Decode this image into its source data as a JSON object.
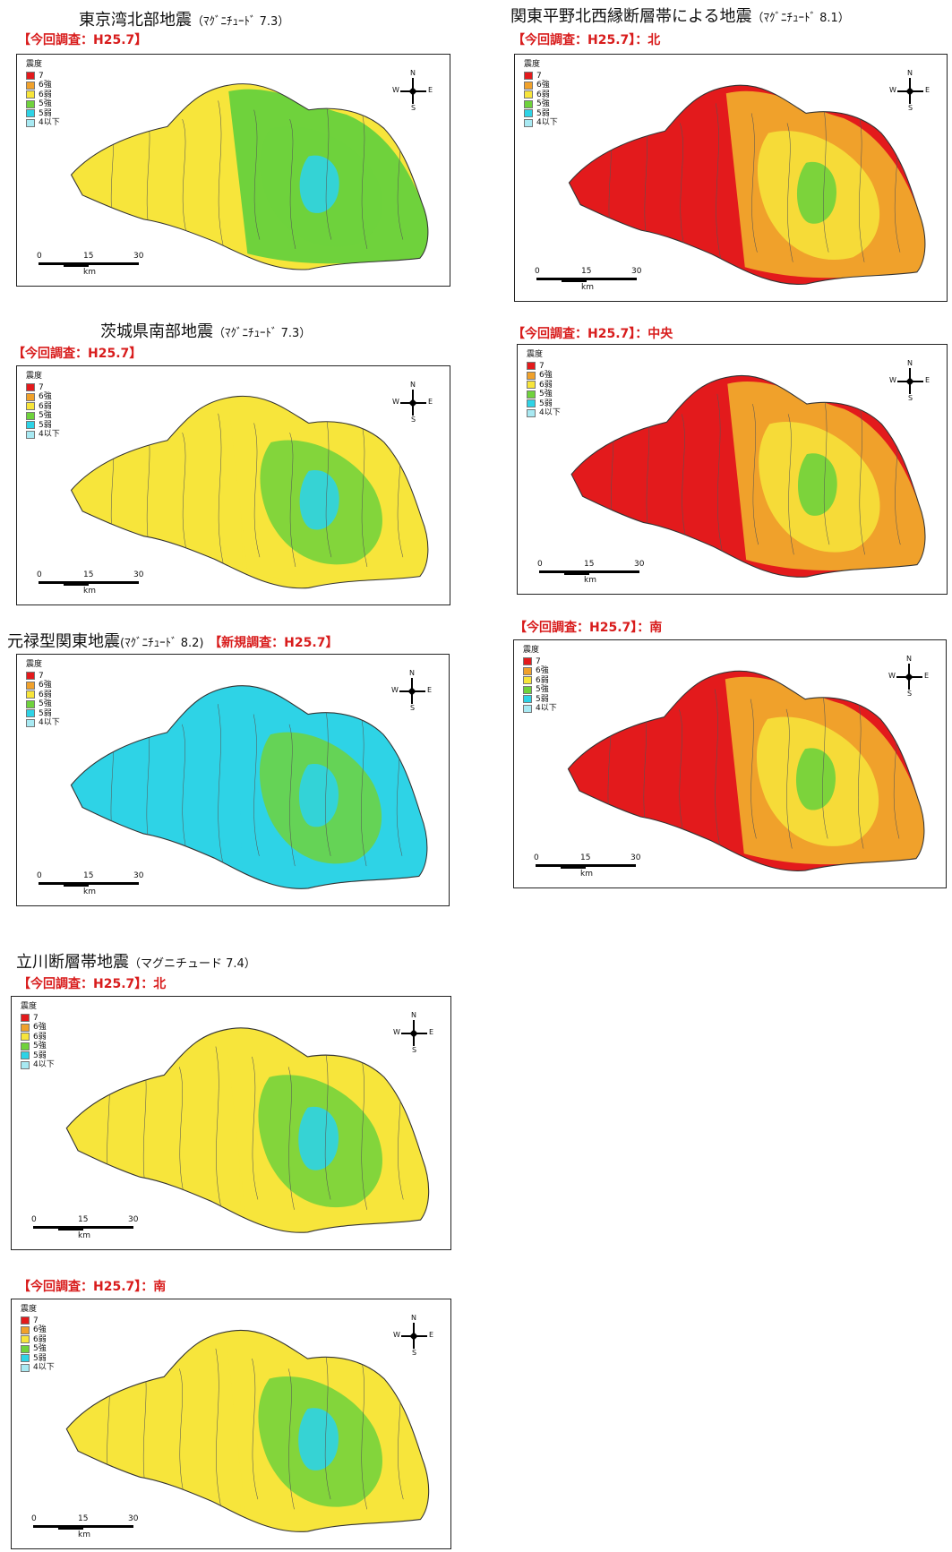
{
  "legend": {
    "title": "震度",
    "items": [
      {
        "label": "7",
        "color": "#e31a1c"
      },
      {
        "label": "6強",
        "color": "#f0a12b"
      },
      {
        "label": "6弱",
        "color": "#f7e53b"
      },
      {
        "label": "5強",
        "color": "#6fd23c"
      },
      {
        "label": "5弱",
        "color": "#2ed3e6"
      },
      {
        "label": "4以下",
        "color": "#a8e9f2"
      }
    ]
  },
  "compass": {
    "n": "N",
    "s": "S",
    "e": "E",
    "w": "W"
  },
  "scale": {
    "t0": "0",
    "t15": "15",
    "t30": "30",
    "unit": "km"
  },
  "panels": [
    {
      "title": "東京湾北部地震",
      "title_suffix": "（ﾏｸﾞﾆﾁｭｰﾄﾞ 7.3）",
      "subtitle": "【今回調査：H25.7】"
    },
    {
      "title": "関東平野北西縁断層帯による地震",
      "title_suffix": "（ﾏｸﾞﾆﾁｭｰﾄﾞ 8.1）",
      "subtitle": "【今回調査：H25.7】：北"
    },
    {
      "title": "茨城県南部地震",
      "title_suffix": "（ﾏｸﾞﾆﾁｭｰﾄﾞ 7.3）",
      "subtitle": "【今回調査：H25.7】"
    },
    {
      "title": "",
      "title_suffix": "",
      "subtitle": "【今回調査：H25.7】：中央"
    },
    {
      "title": "元禄型関東地震",
      "title_suffix": "(ﾏｸﾞﾆﾁｭｰﾄﾞ 8.2)",
      "subtitle": "【新規調査：H25.7】"
    },
    {
      "title": "",
      "title_suffix": "",
      "subtitle": "【今回調査：H25.7】：南"
    },
    {
      "title": "立川断層帯地震",
      "title_suffix": "（マグニチュード 7.4）",
      "subtitle": "【今回調査：H25.7】：北"
    },
    {
      "title": "",
      "title_suffix": "",
      "subtitle": "【今回調査：H25.7】：南"
    }
  ]
}
